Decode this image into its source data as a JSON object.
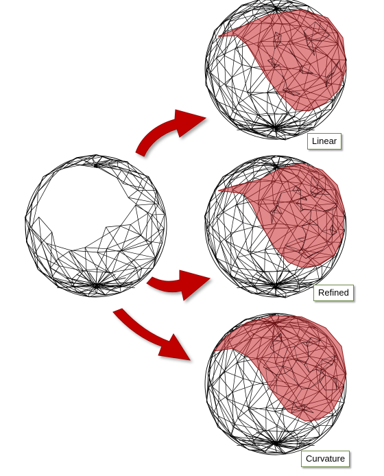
{
  "labels": {
    "linear": "Linear",
    "refined": "Refined",
    "curvature": "Curvature"
  },
  "colors": {
    "wire": "#000000",
    "patch_fill": "#c8262b",
    "patch_stroke": "#8a1c1c",
    "arrow": "#c00000",
    "label_border": "#6f8a4a"
  },
  "icons": {
    "arrow": "curved-arrow-icon"
  }
}
